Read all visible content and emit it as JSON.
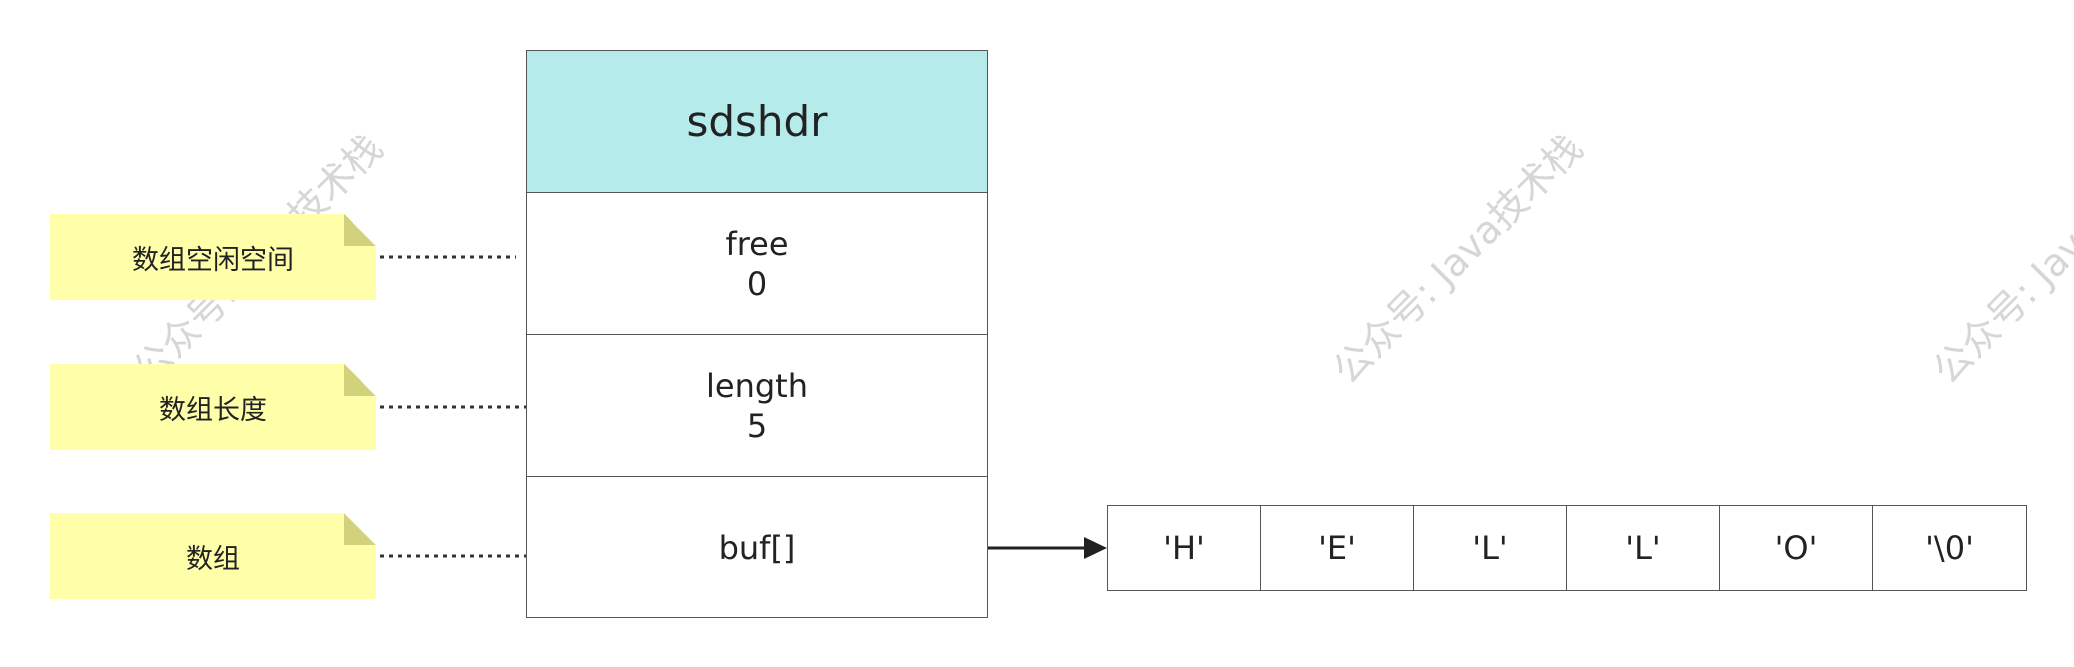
{
  "watermark": {
    "text": "公众号: Java技术栈"
  },
  "struct": {
    "header": "sdshdr",
    "free_label": "free",
    "free_value": "0",
    "length_label": "length",
    "length_value": "5",
    "buf_label": "buf[]"
  },
  "notes": [
    "数组空闲空间",
    "数组长度",
    "数组"
  ],
  "array_cells": [
    "'H'",
    "'E'",
    "'L'",
    "'L'",
    "'O'",
    "'\\0'"
  ],
  "colors": {
    "header_fill": "#b6ebeb",
    "note_fill": "#ffffaa",
    "border": "#555555"
  }
}
